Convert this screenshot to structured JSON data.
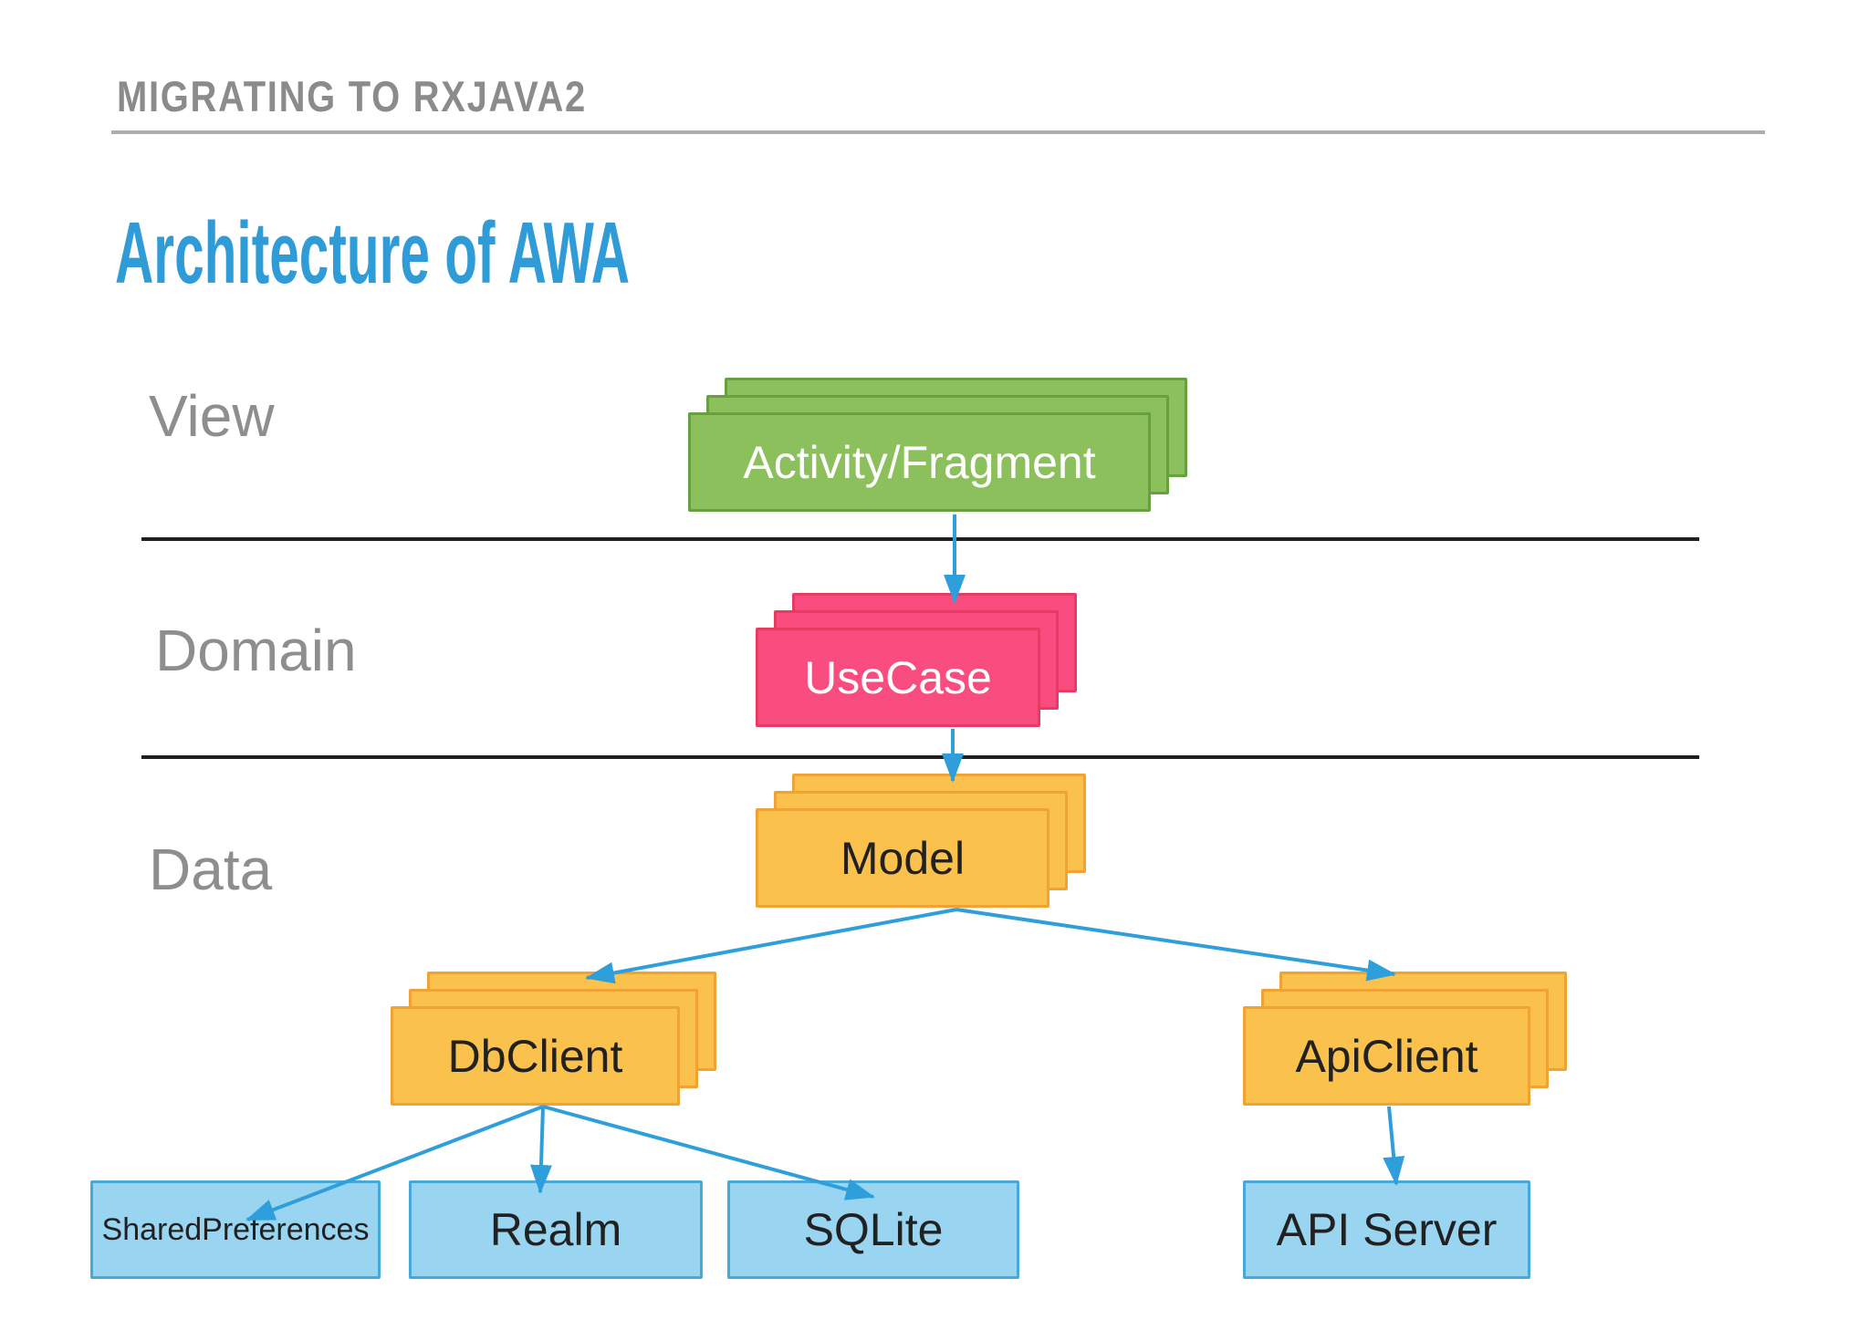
{
  "slide": {
    "kicker": "MIGRATING TO RXJAVA2",
    "title": "Architecture of AWA"
  },
  "layers": [
    {
      "label": "View"
    },
    {
      "label": "Domain"
    },
    {
      "label": "Data"
    }
  ],
  "nodes": {
    "activity_fragment": {
      "label": "Activity/Fragment",
      "type": "stack",
      "color_key": "green"
    },
    "usecase": {
      "label": "UseCase",
      "type": "stack",
      "color_key": "pink"
    },
    "model": {
      "label": "Model",
      "type": "stack",
      "color_key": "orange"
    },
    "db_client": {
      "label": "DbClient",
      "type": "stack",
      "color_key": "orange"
    },
    "api_client": {
      "label": "ApiClient",
      "type": "stack",
      "color_key": "orange"
    },
    "shared_preferences": {
      "label": "SharedPreferences",
      "type": "box",
      "color_key": "blue"
    },
    "realm": {
      "label": "Realm",
      "type": "box",
      "color_key": "blue"
    },
    "sqlite": {
      "label": "SQLite",
      "type": "box",
      "color_key": "blue"
    },
    "api_server": {
      "label": "API Server",
      "type": "box",
      "color_key": "blue"
    }
  },
  "edges": [
    {
      "from": "activity_fragment",
      "to": "usecase"
    },
    {
      "from": "usecase",
      "to": "model"
    },
    {
      "from": "model",
      "to": "db_client"
    },
    {
      "from": "model",
      "to": "api_client"
    },
    {
      "from": "db_client",
      "to": "shared_preferences"
    },
    {
      "from": "db_client",
      "to": "realm"
    },
    {
      "from": "db_client",
      "to": "sqlite"
    },
    {
      "from": "api_client",
      "to": "api_server"
    }
  ],
  "colors": {
    "title_blue": "#2F9BD7",
    "arrow_blue": "#2E9FDB",
    "kicker_gray": "#8B8B8B",
    "label_gray": "#8E8E8E",
    "separator_black": "#1F1F1F",
    "green_fill": "#8CC05C",
    "green_border": "#67A03E",
    "pink_fill": "#FA4D7F",
    "pink_border": "#E93A63",
    "orange_fill": "#FBC14D",
    "orange_border": "#F0A232",
    "blue_fill": "#99D4F0",
    "blue_border": "#48A8DA"
  }
}
